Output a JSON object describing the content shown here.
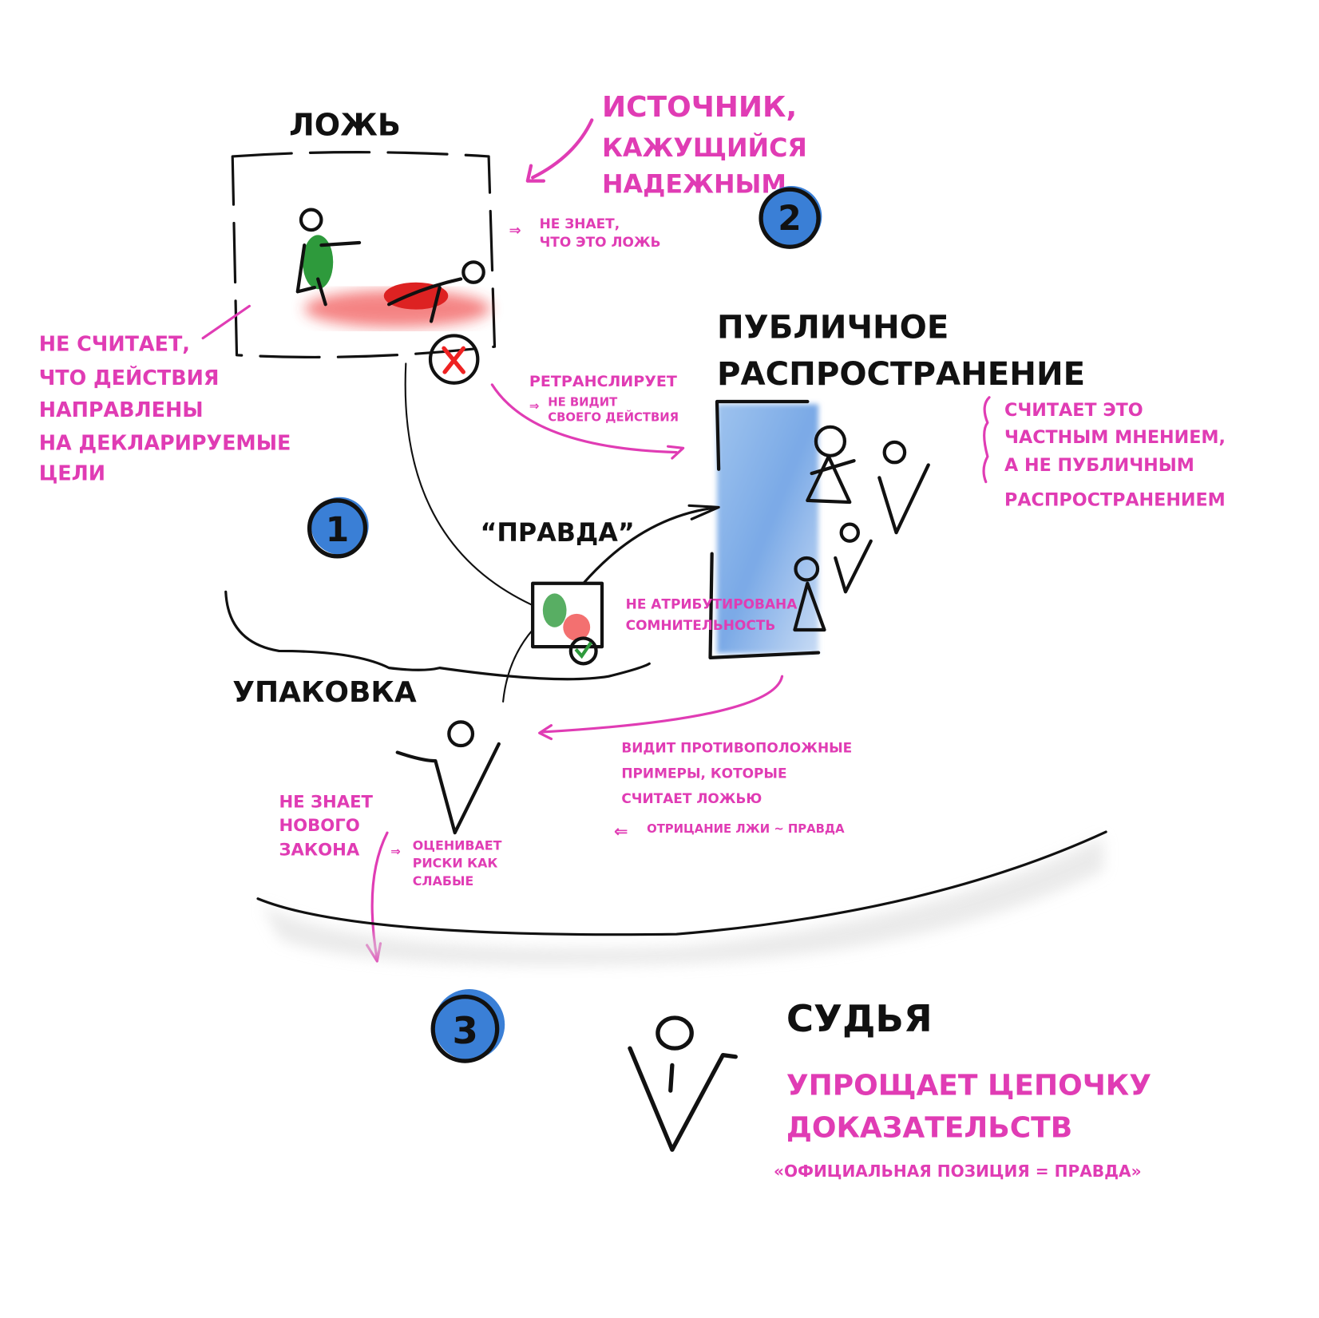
{
  "colors": {
    "accent": "#e03cb4",
    "ink": "#111111",
    "marker_blue": "#3a7fd6",
    "green": "#2e9a3c",
    "red": "#e02a2a"
  },
  "sections": {
    "lie": {
      "title": "ЛОЖЬ",
      "source_note": [
        "ИСТОЧНИК,",
        "КАЖУЩИЙСЯ",
        "НАДЕЖНЫМ"
      ],
      "not_know_note": [
        "НЕ ЗНАЕТ,",
        "ЧТО ЭТО ЛОЖЬ"
      ],
      "not_consider_note": [
        "НЕ СЧИТАЕТ,",
        "ЧТО ДЕЙСТВИЯ",
        "НАПРАВЛЕНЫ",
        "НА ДЕКЛАРИРУЕМЫЕ",
        "ЦЕЛИ"
      ]
    },
    "badges": [
      "1",
      "2",
      "3"
    ],
    "public": {
      "title": [
        "ПУБЛИЧНОЕ",
        "РАСПРОСТРАНЕНИЕ"
      ],
      "considers_note": [
        "СЧИТАЕТ ЭТО",
        "ЧАСТНЫМ МНЕНИЕМ,",
        "А НЕ ПУБЛИЧНЫМ",
        "РАСПРОСТРАНЕНИЕМ"
      ],
      "retranslates_note": "РЕТРАНСЛИРУЕТ",
      "not_see_note": [
        "НЕ ВИДИТ",
        "СВОЕГО ДЕЙСТВИЯ"
      ]
    },
    "truth": {
      "title": "“ПРАВДА”",
      "doubt_note": [
        "НЕ АТРИБУТИРОВАНА",
        "СОМНИТЕЛЬНОСТЬ"
      ]
    },
    "packaging": {
      "title": "УПАКОВКА"
    },
    "person": {
      "sees_note": [
        "ВИДИТ ПРОТИВОПОЛОЖНЫЕ",
        "ПРИМЕРЫ, КОТОРЫЕ",
        "СЧИТАЕТ ЛОЖЬЮ"
      ],
      "denial_note": "ОТРИЦАНИЕ ЛЖИ ~ ПРАВДА",
      "law_note": [
        "НЕ ЗНАЕТ",
        "НОВОГО",
        "ЗАКОНА"
      ],
      "risk_note": [
        "ОЦЕНИВАЕТ",
        "РИСКИ КАК",
        "СЛАБЫЕ"
      ]
    },
    "judge": {
      "title": "СУДЬЯ",
      "note": [
        "УПРОЩАЕТ ЦЕПОЧКУ",
        "ДОКАЗАТЕЛЬСТВ"
      ],
      "quote": "«ОФИЦИАЛЬНАЯ ПОЗИЦИЯ = ПРАВДА»"
    }
  }
}
